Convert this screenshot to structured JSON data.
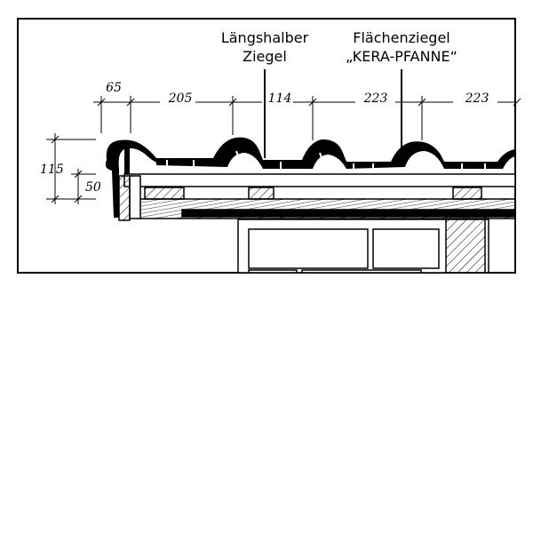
{
  "labels": {
    "half_tile_line1": "Längshalber",
    "half_tile_line2": "Ziegel",
    "main_tile_line1": "Flächenziegel",
    "main_tile_line2": "„KERA-PFANNE“"
  },
  "dimensions": {
    "horizontal": [
      "65",
      "205",
      "114",
      "223",
      "223"
    ],
    "vertical": [
      "115",
      "50"
    ]
  }
}
